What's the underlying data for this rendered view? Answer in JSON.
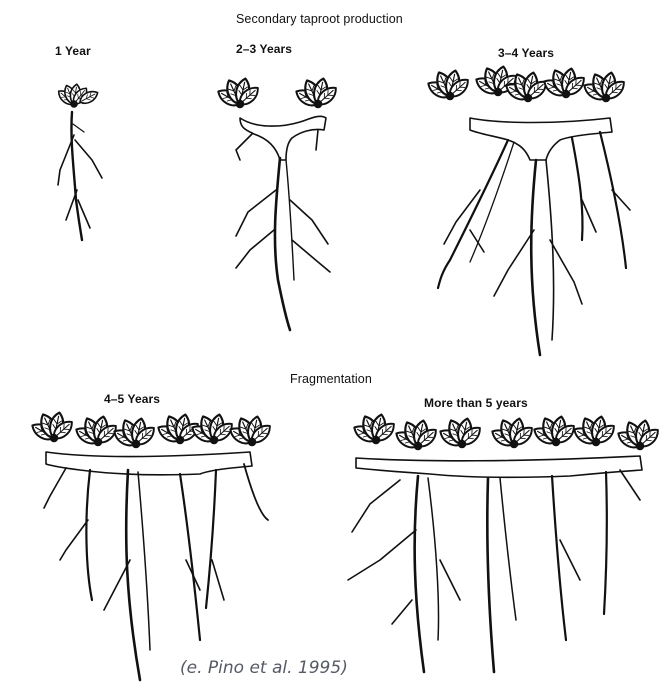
{
  "diagram": {
    "sections": {
      "top": "Secondary taproot production",
      "bottom": "Fragmentation"
    },
    "stages": [
      {
        "id": "s1",
        "label": "1 Year"
      },
      {
        "id": "s2",
        "label": "2–3 Years"
      },
      {
        "id": "s3",
        "label": "3–4 Years"
      },
      {
        "id": "s4",
        "label": "4–5 Years"
      },
      {
        "id": "s5",
        "label": "More than 5 years"
      }
    ],
    "citation": "(e. Pino et al. 1995)",
    "colors": {
      "ink": "#111111",
      "paper": "#ffffff",
      "citation": "#555a66"
    },
    "icons": {
      "plant": "leaf-rosette-icon",
      "root": "taproot-icon"
    }
  }
}
